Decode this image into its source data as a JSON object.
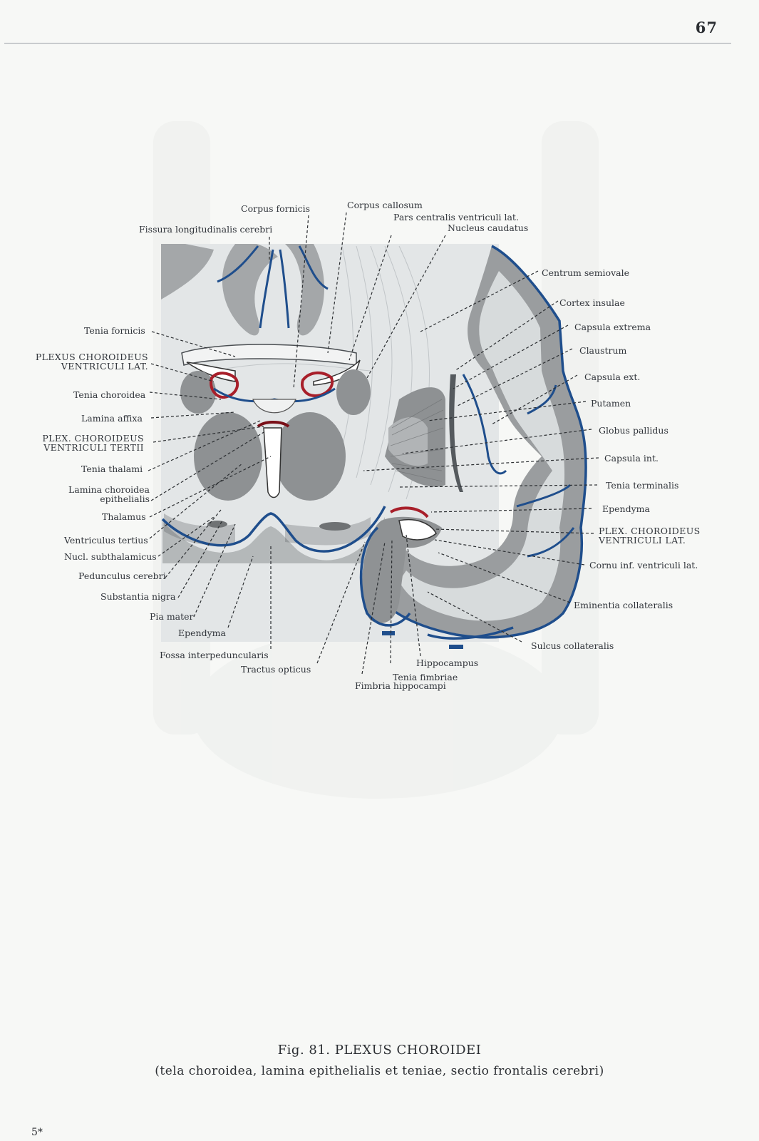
{
  "page_number": "67",
  "signature": "5*",
  "caption": {
    "title": "Fig. 81. PLEXUS CHOROIDEI",
    "subtitle": "(tela choroidea, lamina epithelialis et teniae, sectio frontalis cerebri)"
  },
  "labels": {
    "corpus_fornicis": "Corpus fornicis",
    "corpus_callosum": "Corpus callosum",
    "pars_centralis": "Pars centralis ventriculi lat.",
    "nucleus_caudatus": "Nucleus caudatus",
    "fissura_longitudinalis": "Fissura longitudinalis cerebri",
    "centrum_semiovale": "Centrum semiovale",
    "cortex_insulae": "Cortex insulae",
    "capsula_extrema": "Capsula extrema",
    "claustrum": "Claustrum",
    "capsula_ext": "Capsula ext.",
    "putamen": "Putamen",
    "globus_pallidus": "Globus pallidus",
    "capsula_int": "Capsula int.",
    "tenia_terminalis": "Tenia terminalis",
    "ependyma_right": "Ependyma",
    "plexus_lat_right": "PLEX. CHOROIDEUS\nVENTRICULI LAT.",
    "cornu_inf": "Cornu inf. ventriculi lat.",
    "eminentia_collateralis": "Eminentia collateralis",
    "sulcus_collateralis": "Sulcus collateralis",
    "hippocampus": "Hippocampus",
    "tenia_fimbriae": "Tenia fimbriae",
    "fimbria_hippocampi": "Fimbria hippocampi",
    "tractus_opticus": "Tractus opticus",
    "fossa_interpeduncularis": "Fossa interpeduncularis",
    "ependyma_left": "Ependyma",
    "pia_mater": "Pia mater",
    "substantia_nigra": "Substantia nigra",
    "pedunculus_cerebri": "Pedunculus cerebri",
    "nucl_subthalamicus": "Nucl. subthalamicus",
    "ventriculus_tertius": "Ventriculus tertius",
    "thalamus": "Thalamus",
    "lamina_choroidea": "Lamina choroidea\nepithelialis",
    "tenia_thalami": "Tenia thalami",
    "plexus_tertii": "PLEX. CHOROIDEUS\nVENTRICULI TERTII",
    "lamina_affixa": "Lamina affixa",
    "tenia_choroidea": "Tenia choroidea",
    "plexus_lat_left": "PLEXUS CHOROIDEUS\nVENTRICULI LAT.",
    "tenia_fornicis": "Tenia fornicis"
  },
  "colors": {
    "pia_blue": "#1f4e8c",
    "plexus_red": "#a81f2a",
    "grey_matter": "#9a9d9f",
    "white_matter": "#dde1e2",
    "background": "#f7f8f6"
  }
}
